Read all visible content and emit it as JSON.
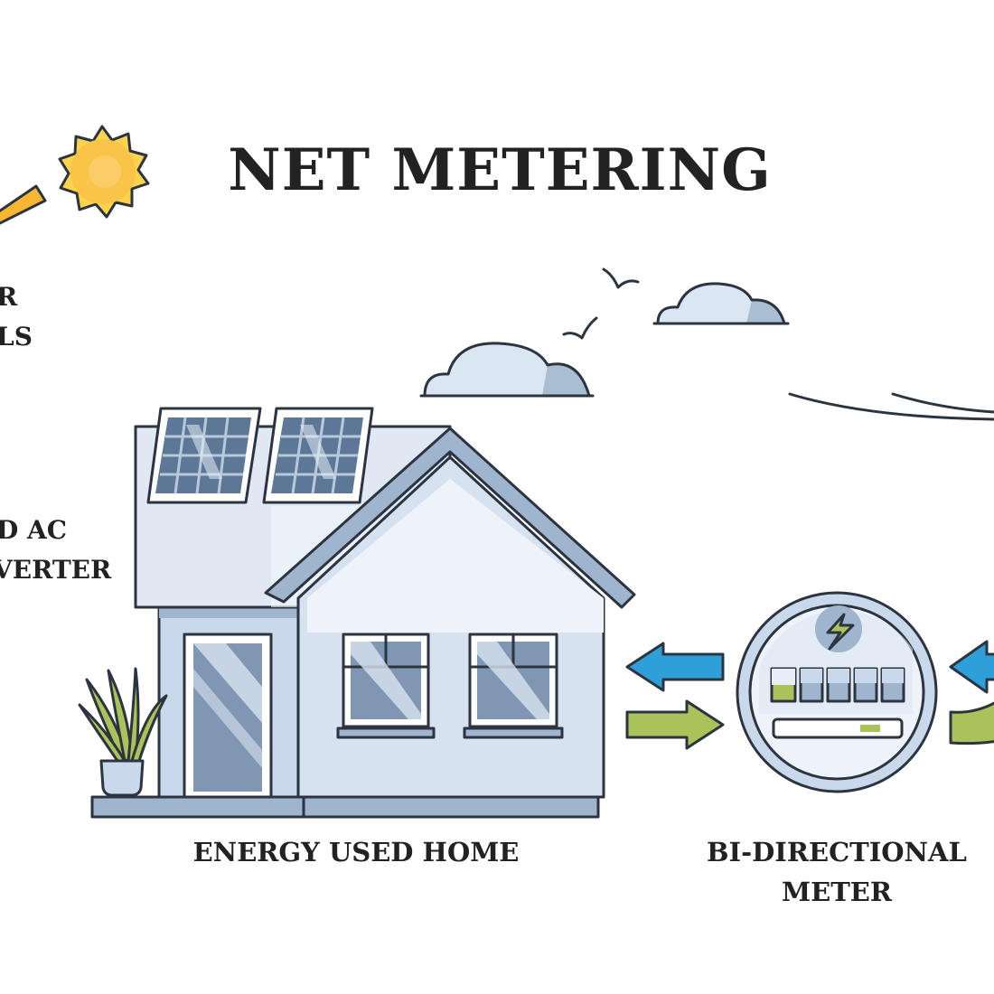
{
  "title": "NET METERING",
  "labels": {
    "solar_panels_line1": "R",
    "solar_panels_line2": "LS",
    "inverter_line1": "D AC",
    "inverter_line2": "VERTER",
    "home": "ENERGY USED HOME",
    "meter_line1": "BI-DIRECTIONAL",
    "meter_line2": "METER"
  },
  "colors": {
    "house_fill": "#c9d8ea",
    "house_shade": "#9fb4cd",
    "glass": "#7f97b2",
    "import_arrow": "#2e9fd8",
    "export_arrow": "#a9c25a",
    "sun": "#f7b733",
    "outline": "#2c3440"
  },
  "icons": {
    "sun": "sun-icon",
    "lightning": "lightning-icon",
    "plant": "potted-plant-icon",
    "bird": "bird-icon",
    "cloud": "cloud-icon"
  }
}
